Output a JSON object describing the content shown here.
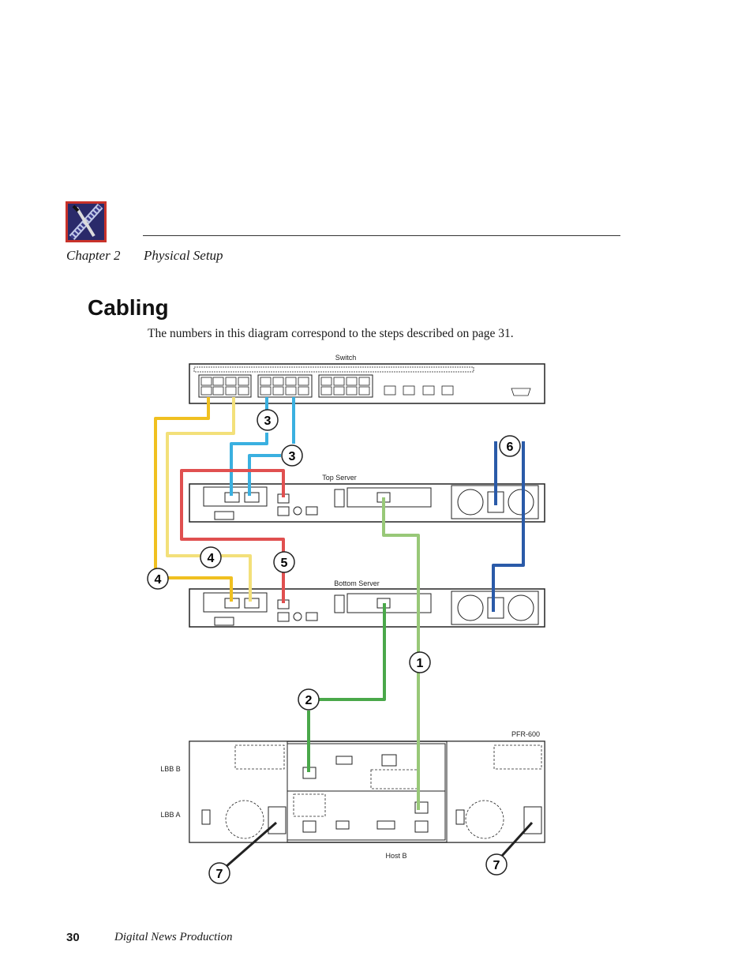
{
  "header": {
    "logo_icon": "film-strip-knife-logo-icon",
    "chapter_label": "Chapter 2",
    "chapter_title": "Physical Setup"
  },
  "section": {
    "title": "Cabling",
    "intro": "The numbers in this diagram correspond to the steps described on page 31."
  },
  "diagram": {
    "labels": {
      "switch": "Switch",
      "top_server": "Top Server",
      "bottom_server": "Bottom Server",
      "pfr": "PFR-600",
      "lbb_b": "LBB B",
      "lbb_a": "LBB A",
      "host_b": "Host B"
    },
    "callouts": [
      "1",
      "2",
      "3",
      "3",
      "4",
      "4",
      "5",
      "6",
      "7",
      "7"
    ],
    "cable_colors": {
      "yellow": "#f0c020",
      "light_yellow": "#f3e07a",
      "light_blue": "#3ab0e0",
      "red": "#e05050",
      "dark_blue": "#2a5aa8",
      "green": "#4aa84a",
      "light_green": "#98c878"
    }
  },
  "footer": {
    "page_number": "30",
    "book_title": "Digital News Production"
  }
}
